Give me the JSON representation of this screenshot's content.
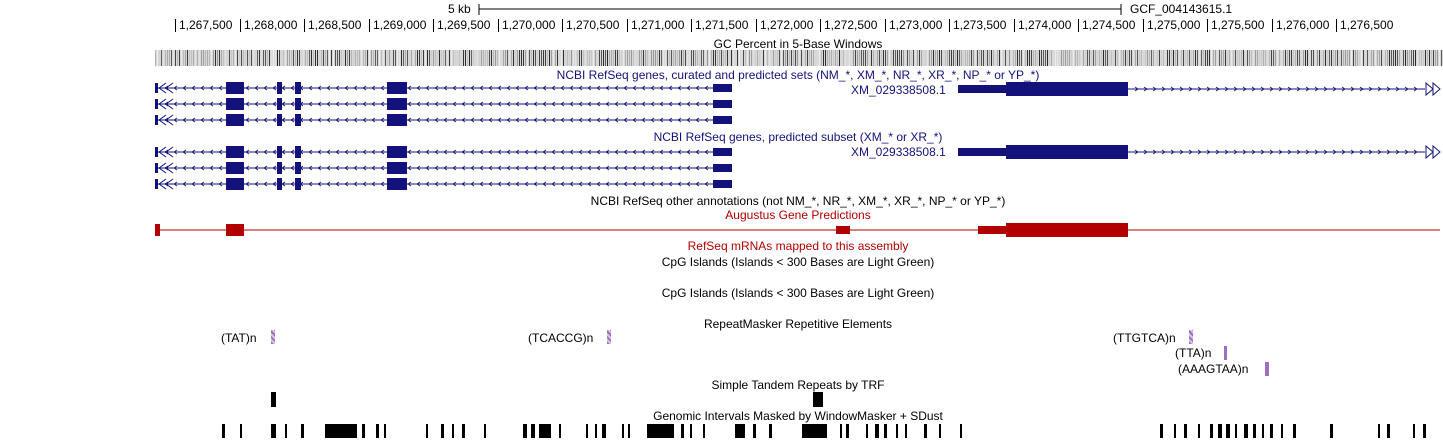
{
  "scale": {
    "label": "5 kb",
    "assembly": "GCF_004143615.1"
  },
  "ruler": {
    "ticks": [
      "1,267,500",
      "1,268,000",
      "1,268,500",
      "1,269,000",
      "1,269,500",
      "1,270,000",
      "1,270,500",
      "1,271,000",
      "1,271,500",
      "1,272,000",
      "1,272,500",
      "1,273,000",
      "1,273,500",
      "1,274,000",
      "1,274,500",
      "1,275,000",
      "1,275,500",
      "1,276,000",
      "1,276,500"
    ]
  },
  "tracks": {
    "gc_percent": "GC Percent in 5-Base Windows",
    "refseq_all": "NCBI RefSeq genes, curated and predicted sets (NM_*, XM_*, NR_*, XR_*, NP_* or YP_*)",
    "refseq_all_gene_label": "XM_029338508.1",
    "refseq_predicted": "NCBI RefSeq genes, predicted subset (XM_* or XR_*)",
    "refseq_predicted_gene_label": "XM_029338508.1",
    "refseq_other": "NCBI RefSeq other annotations (not NM_*, NR_*, XM_*, XR_*, NP_* or YP_*)",
    "augustus": "Augustus Gene Predictions",
    "refseq_mrna": "RefSeq mRNAs mapped to this assembly",
    "cpg_1": "CpG Islands (Islands < 300 Bases are Light Green)",
    "cpg_2": "CpG Islands (Islands < 300 Bases are Light Green)",
    "repeatmasker": "RepeatMasker Repetitive Elements",
    "simple_repeats": "Simple Tandem Repeats by TRF",
    "windowmasker": "Genomic Intervals Masked by WindowMasker + SDust"
  },
  "repeats": {
    "r1": "(TAT)n",
    "r2": "(TCACCG)n",
    "r3": "(TTGTCA)n",
    "r4": "(TTA)n",
    "r5": "(AAAGTAA)n"
  },
  "colors": {
    "gene_blue": "#12127a",
    "augustus_red": "#b20000",
    "repeat_purple": "#9f6fbf"
  }
}
